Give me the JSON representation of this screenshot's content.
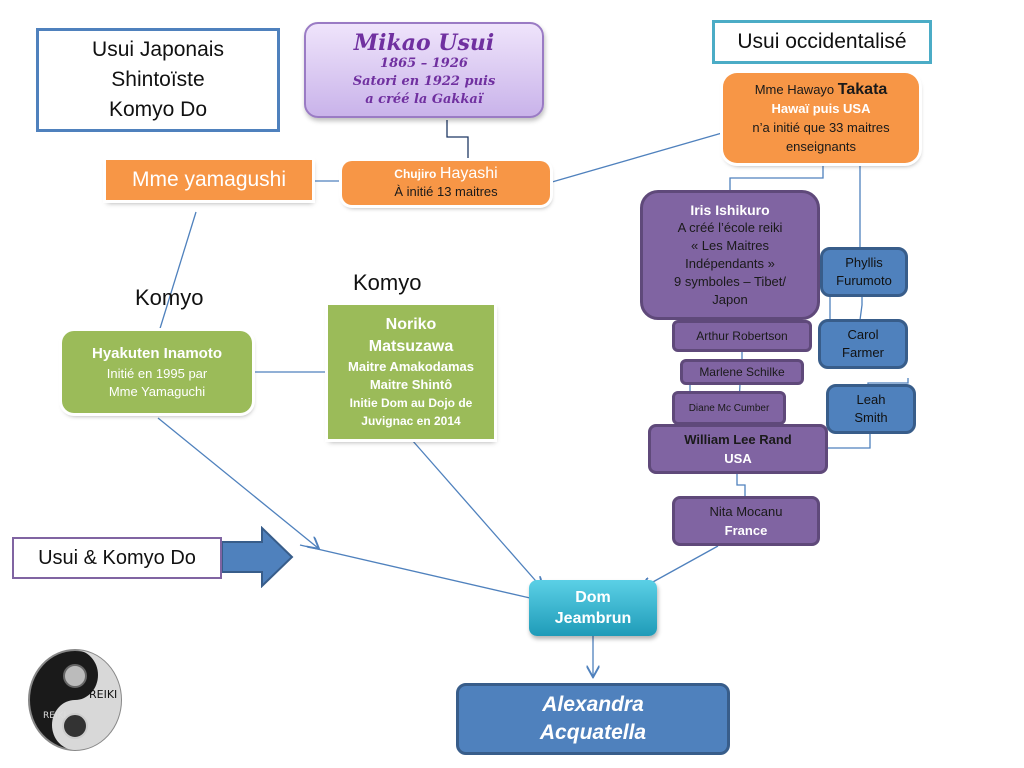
{
  "labels": {
    "usui_japonais": [
      "Usui Japonais",
      "Shintoïste",
      "Komyo Do"
    ],
    "usui_occidentalise": "Usui occidentalisé",
    "komyo_left": "Komyo",
    "komyo_center": "Komyo",
    "usui_komyo_do": "Usui & Komyo Do"
  },
  "nodes": {
    "mikao_usui": {
      "name": "Mikao  Usui",
      "years": "1865 – 1926",
      "line1": "Satori en 1922 puis",
      "line2": "a créé la Gakkaï"
    },
    "yamagushi": {
      "name": "Mme yamagushi"
    },
    "hayashi": {
      "first": "Chujiro",
      "last": "Hayashi",
      "line1": "À initié 13 maitres"
    },
    "takata": {
      "first": "Mme Hawayo",
      "last": "Takata",
      "line1": "Hawaï puis USA",
      "line2": "n’a initié que 33 maitres",
      "line3": "enseignants"
    },
    "ishikuro": {
      "name": "Iris  Ishikuro",
      "line1": "A créé l’école reiki",
      "line2": "« Les Maitres",
      "line3": "Indépendants »",
      "line4": "9 symboles – Tibet/",
      "line5": "Japon"
    },
    "phyllis": {
      "line1": "Phyllis",
      "line2": "Furumoto"
    },
    "carol": {
      "line1": "Carol",
      "line2": "Farmer"
    },
    "arthur": {
      "name": "Arthur Robertson"
    },
    "marlene": {
      "name": "Marlene Schilke"
    },
    "diane": {
      "name": "Diane Mc Cumber"
    },
    "leah": {
      "line1": "Leah",
      "line2": "Smith"
    },
    "william": {
      "name": "William Lee Rand",
      "line1": "USA"
    },
    "nita": {
      "name": "Nita Mocanu",
      "line1": "France"
    },
    "inamoto": {
      "name": "Hyakuten Inamoto",
      "line1": "Initié en 1995 par",
      "line2": "Mme Yamaguchi"
    },
    "noriko": {
      "line1": "Noriko",
      "line2": "Matsuzawa",
      "line3": "Maitre Amakodamas",
      "line4": "Maitre Shintô",
      "line5": "Initie Dom au Dojo  de",
      "line6": "Juvignac en 2014"
    },
    "dom": {
      "line1": "Dom",
      "line2": "Jeambrun"
    },
    "alexandra": {
      "line1": "Alexandra",
      "line2": "Acquatella"
    }
  },
  "logo": {
    "text_top": "REIKI",
    "text_bottom": "REIKI"
  },
  "colors": {
    "orange": "#f79646",
    "green": "#9bbb59",
    "purple": "#8064a2",
    "blue": "#4f81bd",
    "teal": "#31b6cf",
    "line": "#4f81bd"
  }
}
